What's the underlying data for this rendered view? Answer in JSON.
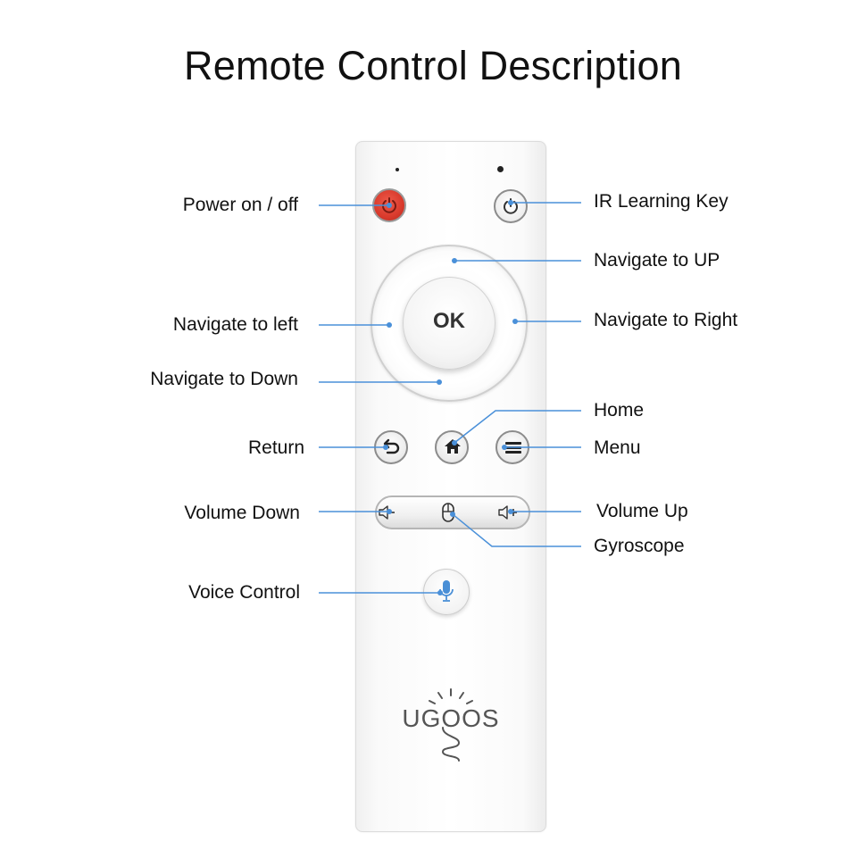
{
  "title": "Remote Control Description",
  "remote": {
    "ok_label": "OK",
    "brand_logo": "UGOOS"
  },
  "labels": {
    "power": "Power on / off",
    "ir_learning": "IR Learning Key",
    "nav_up": "Navigate to UP",
    "nav_left": "Navigate to left",
    "nav_right": "Navigate to Right",
    "nav_down": "Navigate to Down",
    "home": "Home",
    "return": "Return",
    "menu": "Menu",
    "volume_down": "Volume Down",
    "volume_up": "Volume Up",
    "gyroscope": "Gyroscope",
    "voice_control": "Voice Control"
  },
  "icons": {
    "power": "power-icon",
    "ir": "power-icon",
    "return": "return-arrow-icon",
    "home": "home-icon",
    "menu": "menu-icon",
    "volume_down": "speaker-minus-icon",
    "gyroscope": "mouse-icon",
    "volume_up": "speaker-plus-icon",
    "voice": "microphone-icon"
  },
  "colors": {
    "pointer_line": "#4a90d9",
    "power_button": "#d93a2c",
    "mic_icon": "#4a8fd6"
  }
}
